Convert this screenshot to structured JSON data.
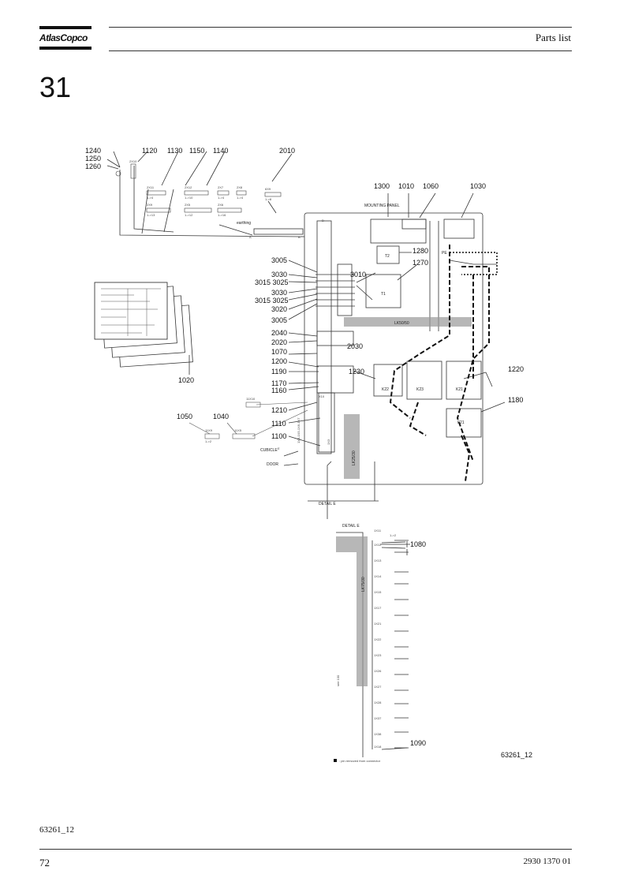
{
  "header": {
    "brand": "AtlasCopco",
    "title": "Parts list"
  },
  "section": {
    "number": "31"
  },
  "diagram": {
    "top_labels": [
      "1240",
      "1250",
      "1260",
      "1120",
      "1130",
      "1150",
      "1140",
      "2010"
    ],
    "panel_labels": [
      "1300",
      "1010",
      "1060",
      "1030",
      "1280",
      "1270",
      "3010"
    ],
    "left_labels": [
      "3005",
      "3030",
      "3015 3025",
      "3030",
      "3015 3025",
      "3020",
      "3005",
      "2040",
      "2020",
      "2030",
      "1070",
      "1200",
      "1190",
      "1170",
      "1160",
      "1210",
      "1110",
      "1100"
    ],
    "right_labels": [
      "1220",
      "1230",
      "1180"
    ],
    "sheets_label": "1020",
    "bottom_left_labels": [
      "1050",
      "1040"
    ],
    "detail_labels": [
      "1080",
      "1090"
    ],
    "figure_ref": "63261_12",
    "texts": {
      "mounting_panel": "MOUNTING PANEL",
      "earthing": "earthing",
      "cubicle": "CUBICLE",
      "door": "DOOR",
      "detail_e": "DETAIL E",
      "pe": "PE",
      "lk": "LK50/50",
      "lk_vertical": "LK25/30",
      "lk_detail": "LK75/30",
      "dim": "see 100",
      "t1": "T1",
      "t2": "T2",
      "k21": "K21",
      "k22": "K22",
      "k23": "K23",
      "f21": "F21",
      "x10": "2X10",
      "x11": "2X11",
      "x12": "2X12",
      "x7": "2X7",
      "x8": "2X8",
      "x9": "2X9",
      "x5": "2X5",
      "x6": "2X6",
      "x9b": "6X9",
      "r14": "1->4",
      "r110": "1->10",
      "r113": "1->13",
      "r112": "1->12",
      "r116": "1->16",
      "r18": "1->8",
      "r12": "1->2",
      "x1x9": "11X9",
      "x1x5": "11X5",
      "x1x10": "11X10",
      "rail_text": "1X4-1X5-1X6-1X7",
      "x3": "1X3",
      "x9z": "X10",
      "d_label": "D",
      "e_label": "E",
      "b_label": "B",
      "a_label": "A",
      "conn_list": [
        "1X11",
        "1X12",
        "1X13",
        "1X14",
        "1X15",
        "1X17",
        "1X21",
        "1X22",
        "1X23",
        "1X26",
        "1X27",
        "1X28",
        "1X37",
        "1X38",
        "1X18"
      ],
      "conn_range": "1->2",
      "legend": ": pin removed from connector"
    }
  },
  "footer": {
    "figure_ref": "63261_12",
    "page": "72",
    "doc_number": "2930 1370 01"
  }
}
